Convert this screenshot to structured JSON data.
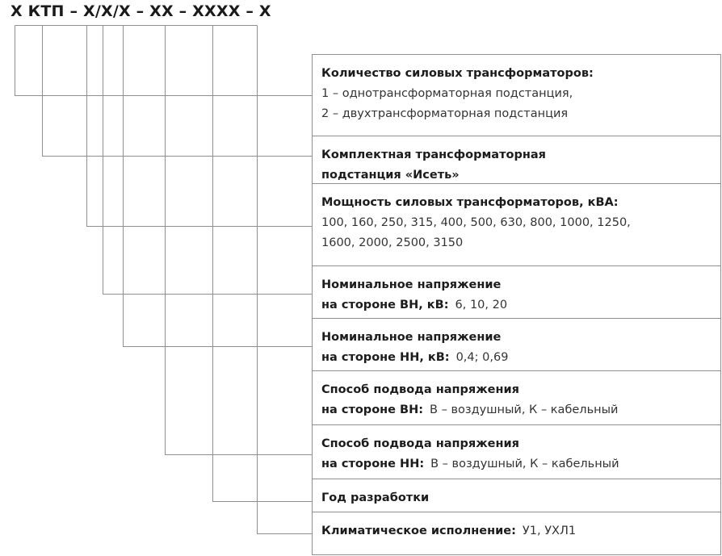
{
  "code": "Х КТП – Х/Х/Х – ХХ – ХХХХ – Х",
  "rows": [
    {
      "title": "Количество силовых трансформаторов:",
      "lines": [
        "1 – однотрансформаторная подстанция,",
        "2 – двухтрансформаторная подстанция"
      ]
    },
    {
      "title_lines": [
        "Комплектная трансформаторная",
        "подстанция «Исеть»"
      ]
    },
    {
      "title": "Мощность силовых трансформаторов, кВА:",
      "lines": [
        "100, 160, 250, 315, 400, 500, 630, 800, 1000, 1250,",
        "1600, 2000, 2500, 3150"
      ]
    },
    {
      "title": "Номинальное напряжение",
      "title2": "на стороне ВН, кВ:",
      "value": "6, 10, 20"
    },
    {
      "title": "Номинальное напряжение",
      "title2": "на стороне НН, кВ:",
      "value": "0,4; 0,69"
    },
    {
      "title": "Способ подвода напряжения",
      "title2": "на стороне ВН:",
      "value": "В – воздушный, К – кабельный"
    },
    {
      "title": "Способ подвода напряжения",
      "title2": "на стороне НН:",
      "value": "В – воздушный,  К – кабельный"
    },
    {
      "title": "Год разработки"
    },
    {
      "title": "Климатическое исполнение:",
      "value": "У1, УХЛ1"
    }
  ]
}
